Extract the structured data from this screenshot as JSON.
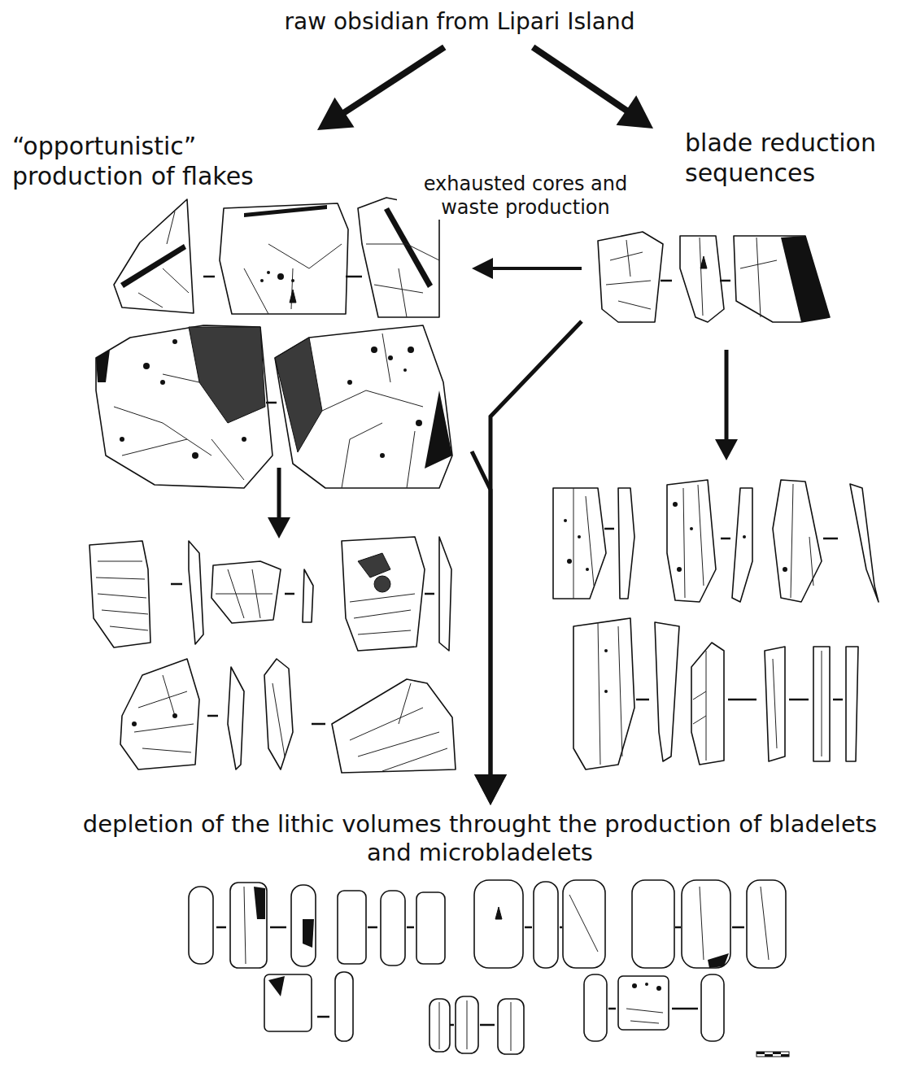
{
  "diagram": {
    "nodes": [
      {
        "text": [
          "raw obsidian from Lipari Island"
        ]
      },
      {
        "text": [
          "“opportunistic” production of flakes"
        ]
      },
      {
        "text": [
          "blade reduction sequences"
        ]
      },
      {
        "text": [
          "depletion of the lithic volumes throught the production of bladelets and microbladelets"
        ]
      }
    ],
    "edges": [
      {
        "from": 0,
        "to": 1,
        "arrow": "to"
      },
      {
        "from": 0,
        "to": 2,
        "arrow": "to"
      },
      {
        "from": 2,
        "to": 1,
        "label": "exhausted cores and waste production",
        "arrow": "to"
      },
      {
        "from": 1,
        "to": 3,
        "arrow": "to"
      },
      {
        "from": 2,
        "to": 3,
        "arrow": "to"
      }
    ]
  }
}
